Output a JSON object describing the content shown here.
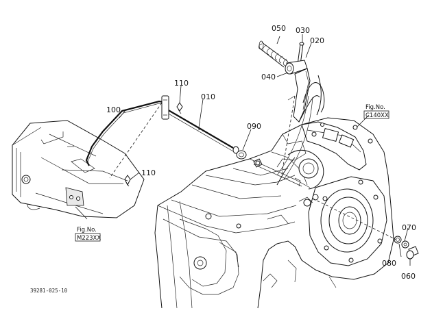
{
  "diagram": {
    "part_labels": {
      "p010": "010",
      "p020": "020",
      "p030": "030",
      "p040": "040",
      "p050": "050",
      "p060": "060",
      "p070": "070",
      "p080": "080",
      "p090": "090",
      "p100": "100",
      "p110a": "110",
      "p110b": "110"
    },
    "figure_refs": {
      "c140": {
        "line1": "Fig.No.",
        "line2": "C140XX"
      },
      "m223": {
        "line1": "Fig.No.",
        "line2": "M223XX"
      }
    },
    "drawing_code": "39281-025-10"
  }
}
